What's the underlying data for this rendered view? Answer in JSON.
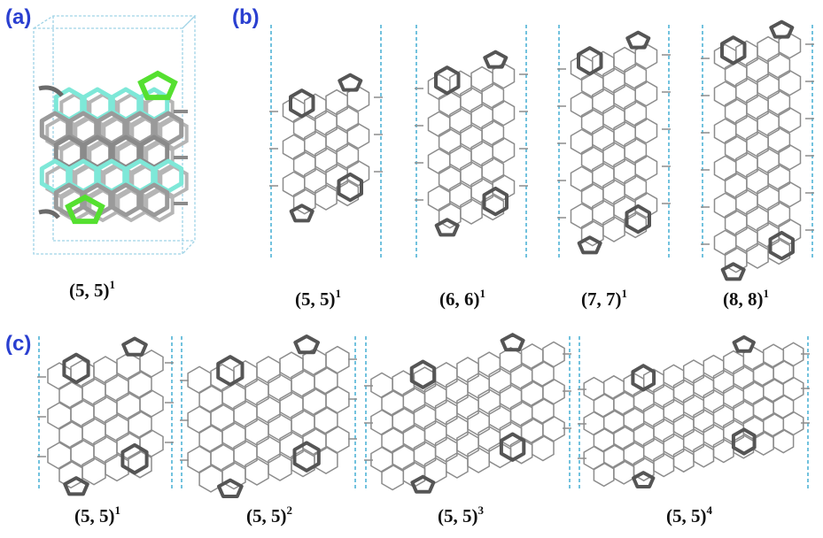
{
  "panels": {
    "a": {
      "letter": "(a)",
      "labels": [
        {
          "base": "(5, 5)",
          "sup": "1"
        }
      ]
    },
    "b": {
      "letter": "(b)",
      "labels": [
        {
          "base": "(5, 5)",
          "sup": "1"
        },
        {
          "base": "(6, 6)",
          "sup": "1"
        },
        {
          "base": "(7, 7)",
          "sup": "1"
        },
        {
          "base": "(8, 8)",
          "sup": "1"
        }
      ]
    },
    "c": {
      "letter": "(c)",
      "labels": [
        {
          "base": "(5, 5)",
          "sup": "1"
        },
        {
          "base": "(5, 5)",
          "sup": "2"
        },
        {
          "base": "(5, 5)",
          "sup": "3"
        },
        {
          "base": "(5, 5)",
          "sup": "4"
        }
      ]
    }
  },
  "colors": {
    "panel_letter": "#2a3fd0",
    "cell_boundary": "#4fb3d6",
    "bond": "#8c8c8c",
    "defect_ring": "#555555",
    "highlight_light": "#7ee8d8",
    "highlight_green": "#55e030"
  }
}
